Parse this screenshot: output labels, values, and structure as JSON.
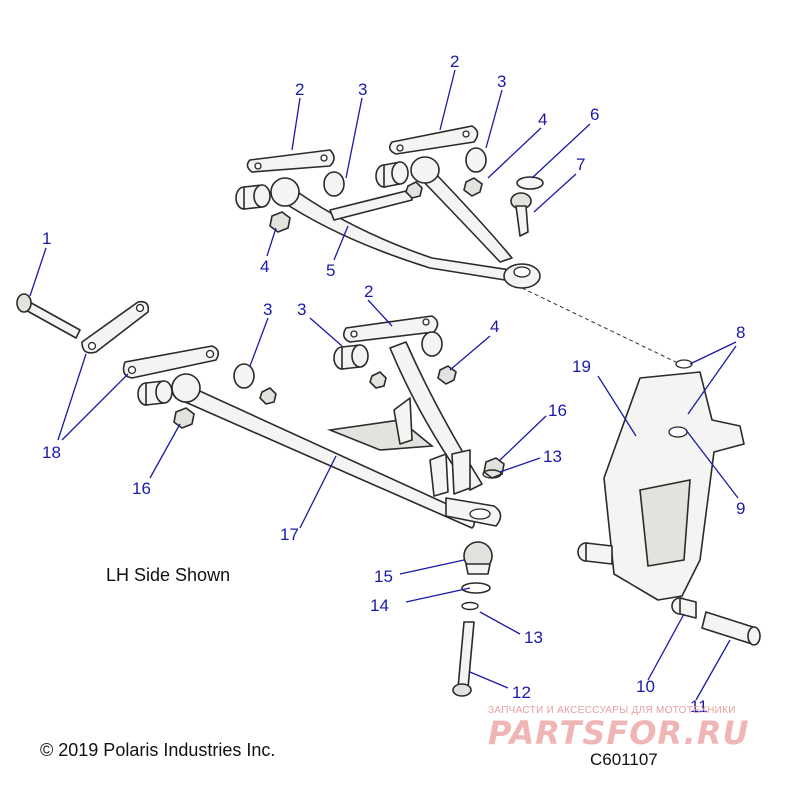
{
  "callouts": {
    "c1": "1",
    "c2a": "2",
    "c2b": "2",
    "c2c": "2",
    "c3a": "3",
    "c3b": "3",
    "c3c": "3",
    "c3d": "3",
    "c4a": "4",
    "c4b": "4",
    "c4c": "4",
    "c5": "5",
    "c6": "6",
    "c7": "7",
    "c8": "8",
    "c9": "9",
    "c10": "10",
    "c11": "11",
    "c12": "12",
    "c13a": "13",
    "c13b": "13",
    "c14": "14",
    "c15": "15",
    "c16a": "16",
    "c16b": "16",
    "c17": "17",
    "c18": "18",
    "c19": "19"
  },
  "side_label": "LH Side Shown",
  "copyright": "© 2019 Polaris Industries Inc.",
  "diagram_code": "C601107",
  "watermark": {
    "tagline": "ЗАПЧАСТИ И АКСЕССУАРЫ ДЛЯ МОТОТЕХНИКИ",
    "logo": "PARTSFOR.RU"
  },
  "colors": {
    "callout": "#1a1aa8",
    "watermark": "#f0b6b6"
  }
}
